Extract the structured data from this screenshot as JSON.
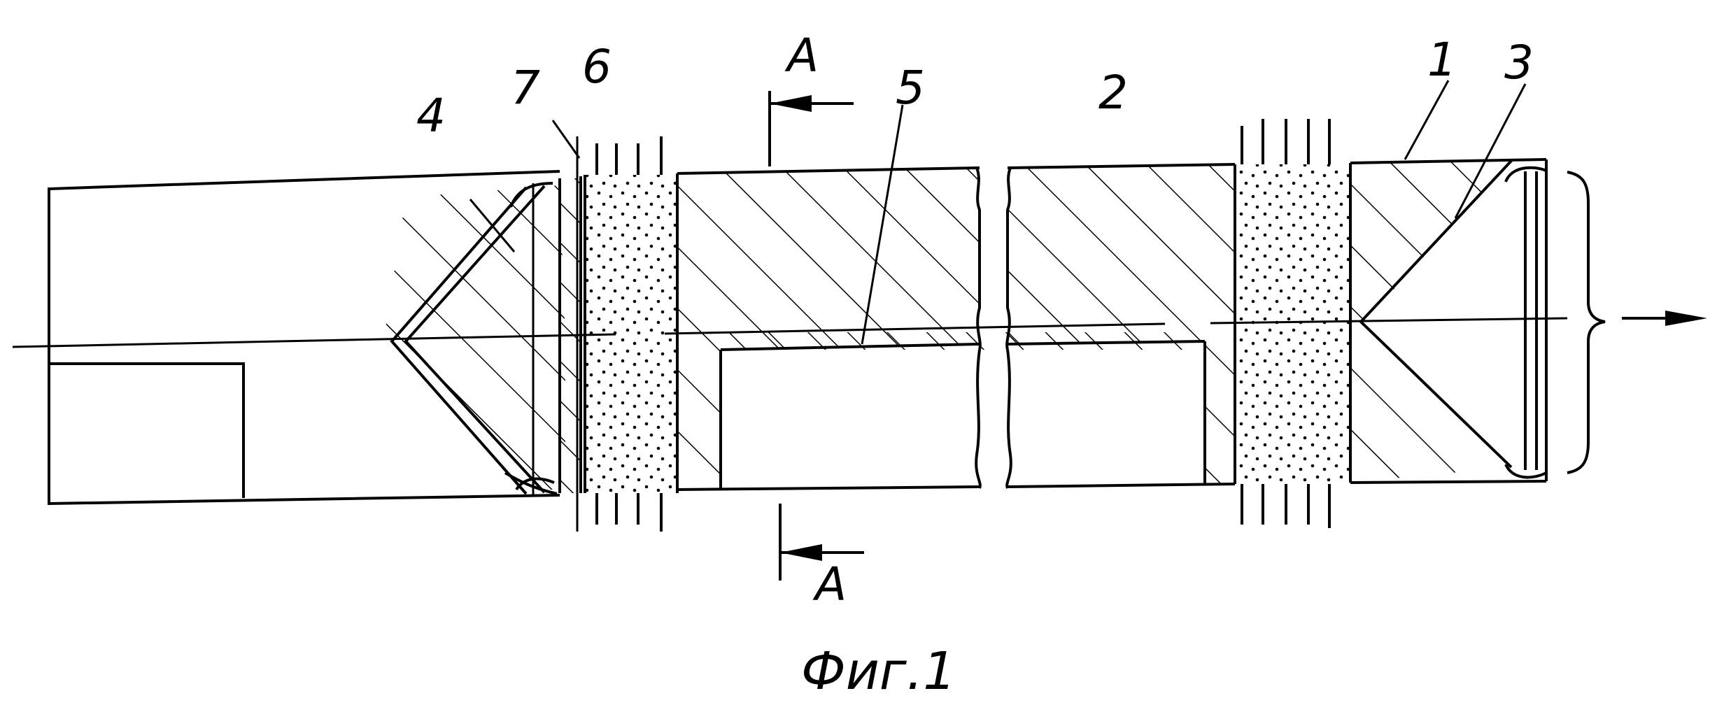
{
  "figure": {
    "caption": "Фиг.1",
    "section_marks": {
      "top": "A",
      "bottom": "A"
    },
    "part_labels": [
      "1",
      "2",
      "3",
      "4",
      "5",
      "6",
      "7"
    ]
  },
  "colors": {
    "ink": "#000000",
    "paper": "#ffffff"
  }
}
